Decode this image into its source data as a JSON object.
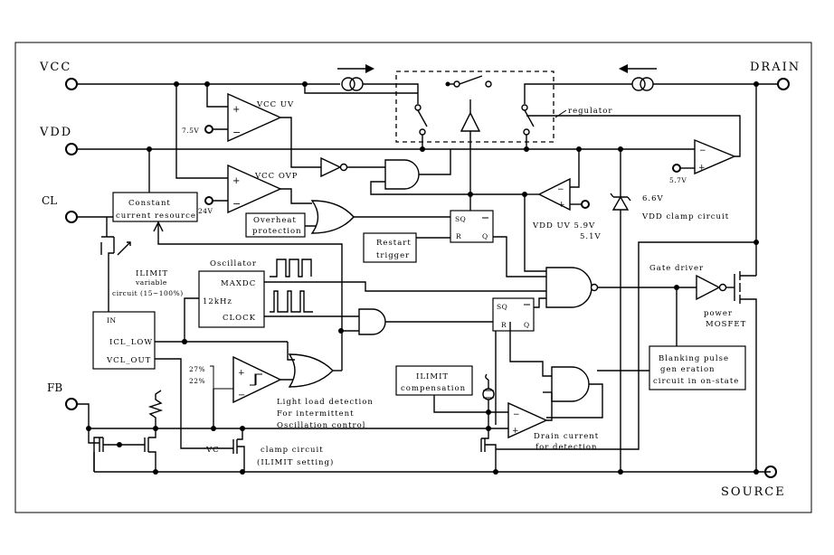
{
  "pins": {
    "vcc": "VCC",
    "vdd": "VDD",
    "cl": "CL",
    "fb": "FB",
    "drain": "DRAIN",
    "source": "SOURCE"
  },
  "labels": {
    "vcc_uv": "VCC UV",
    "vcc_ovp": "VCC OVP",
    "v75": "7.5V",
    "v24": "24V",
    "v57": "5.7V",
    "v66": "6.6V",
    "vdd_uv": "VDD UV 5.9V",
    "v51": "5.1V",
    "regulator": "regulator",
    "vdd_clamp": "VDD clamp circuit",
    "constant_current_l1": "Constant",
    "constant_current_l2": "current resource",
    "overheat_l1": "Overheat",
    "overheat_l2": "protection",
    "restart_l1": "Restart",
    "restart_l2": "trigger",
    "sq": "SQ",
    "r": "R",
    "q": "Q",
    "ilimit_title": "ILIMIT",
    "ilimit_variable": "variable",
    "ilimit_range": "circuit (15~100%)",
    "oscillator": "Oscillator",
    "maxdc": "MAXDC",
    "khz": "12kHz",
    "clock": "CLOCK",
    "in": "IN",
    "icl_low": "ICL_LOW",
    "vcl_out": "VCL_OUT",
    "pct27": "27%",
    "pct22": "22%",
    "light_load_l1": "Light load detection",
    "light_load_l2": "For intermittent",
    "light_load_l3": "Oscillation control",
    "vc": "VC",
    "clamp_l1": "clamp circuit",
    "clamp_l2": "(ILIMIT setting)",
    "ilimit_comp_l1": "ILIMIT",
    "ilimit_comp_l2": "compensation",
    "drain_det_l1": "Drain current",
    "drain_det_l2": "for detection",
    "gate_driver": "Gate driver",
    "power_l1": "power",
    "power_l2": "MOSFET",
    "blanking_l1": "Blanking pulse",
    "blanking_l2": "gen eration",
    "blanking_l3": "circuit in on-state"
  }
}
